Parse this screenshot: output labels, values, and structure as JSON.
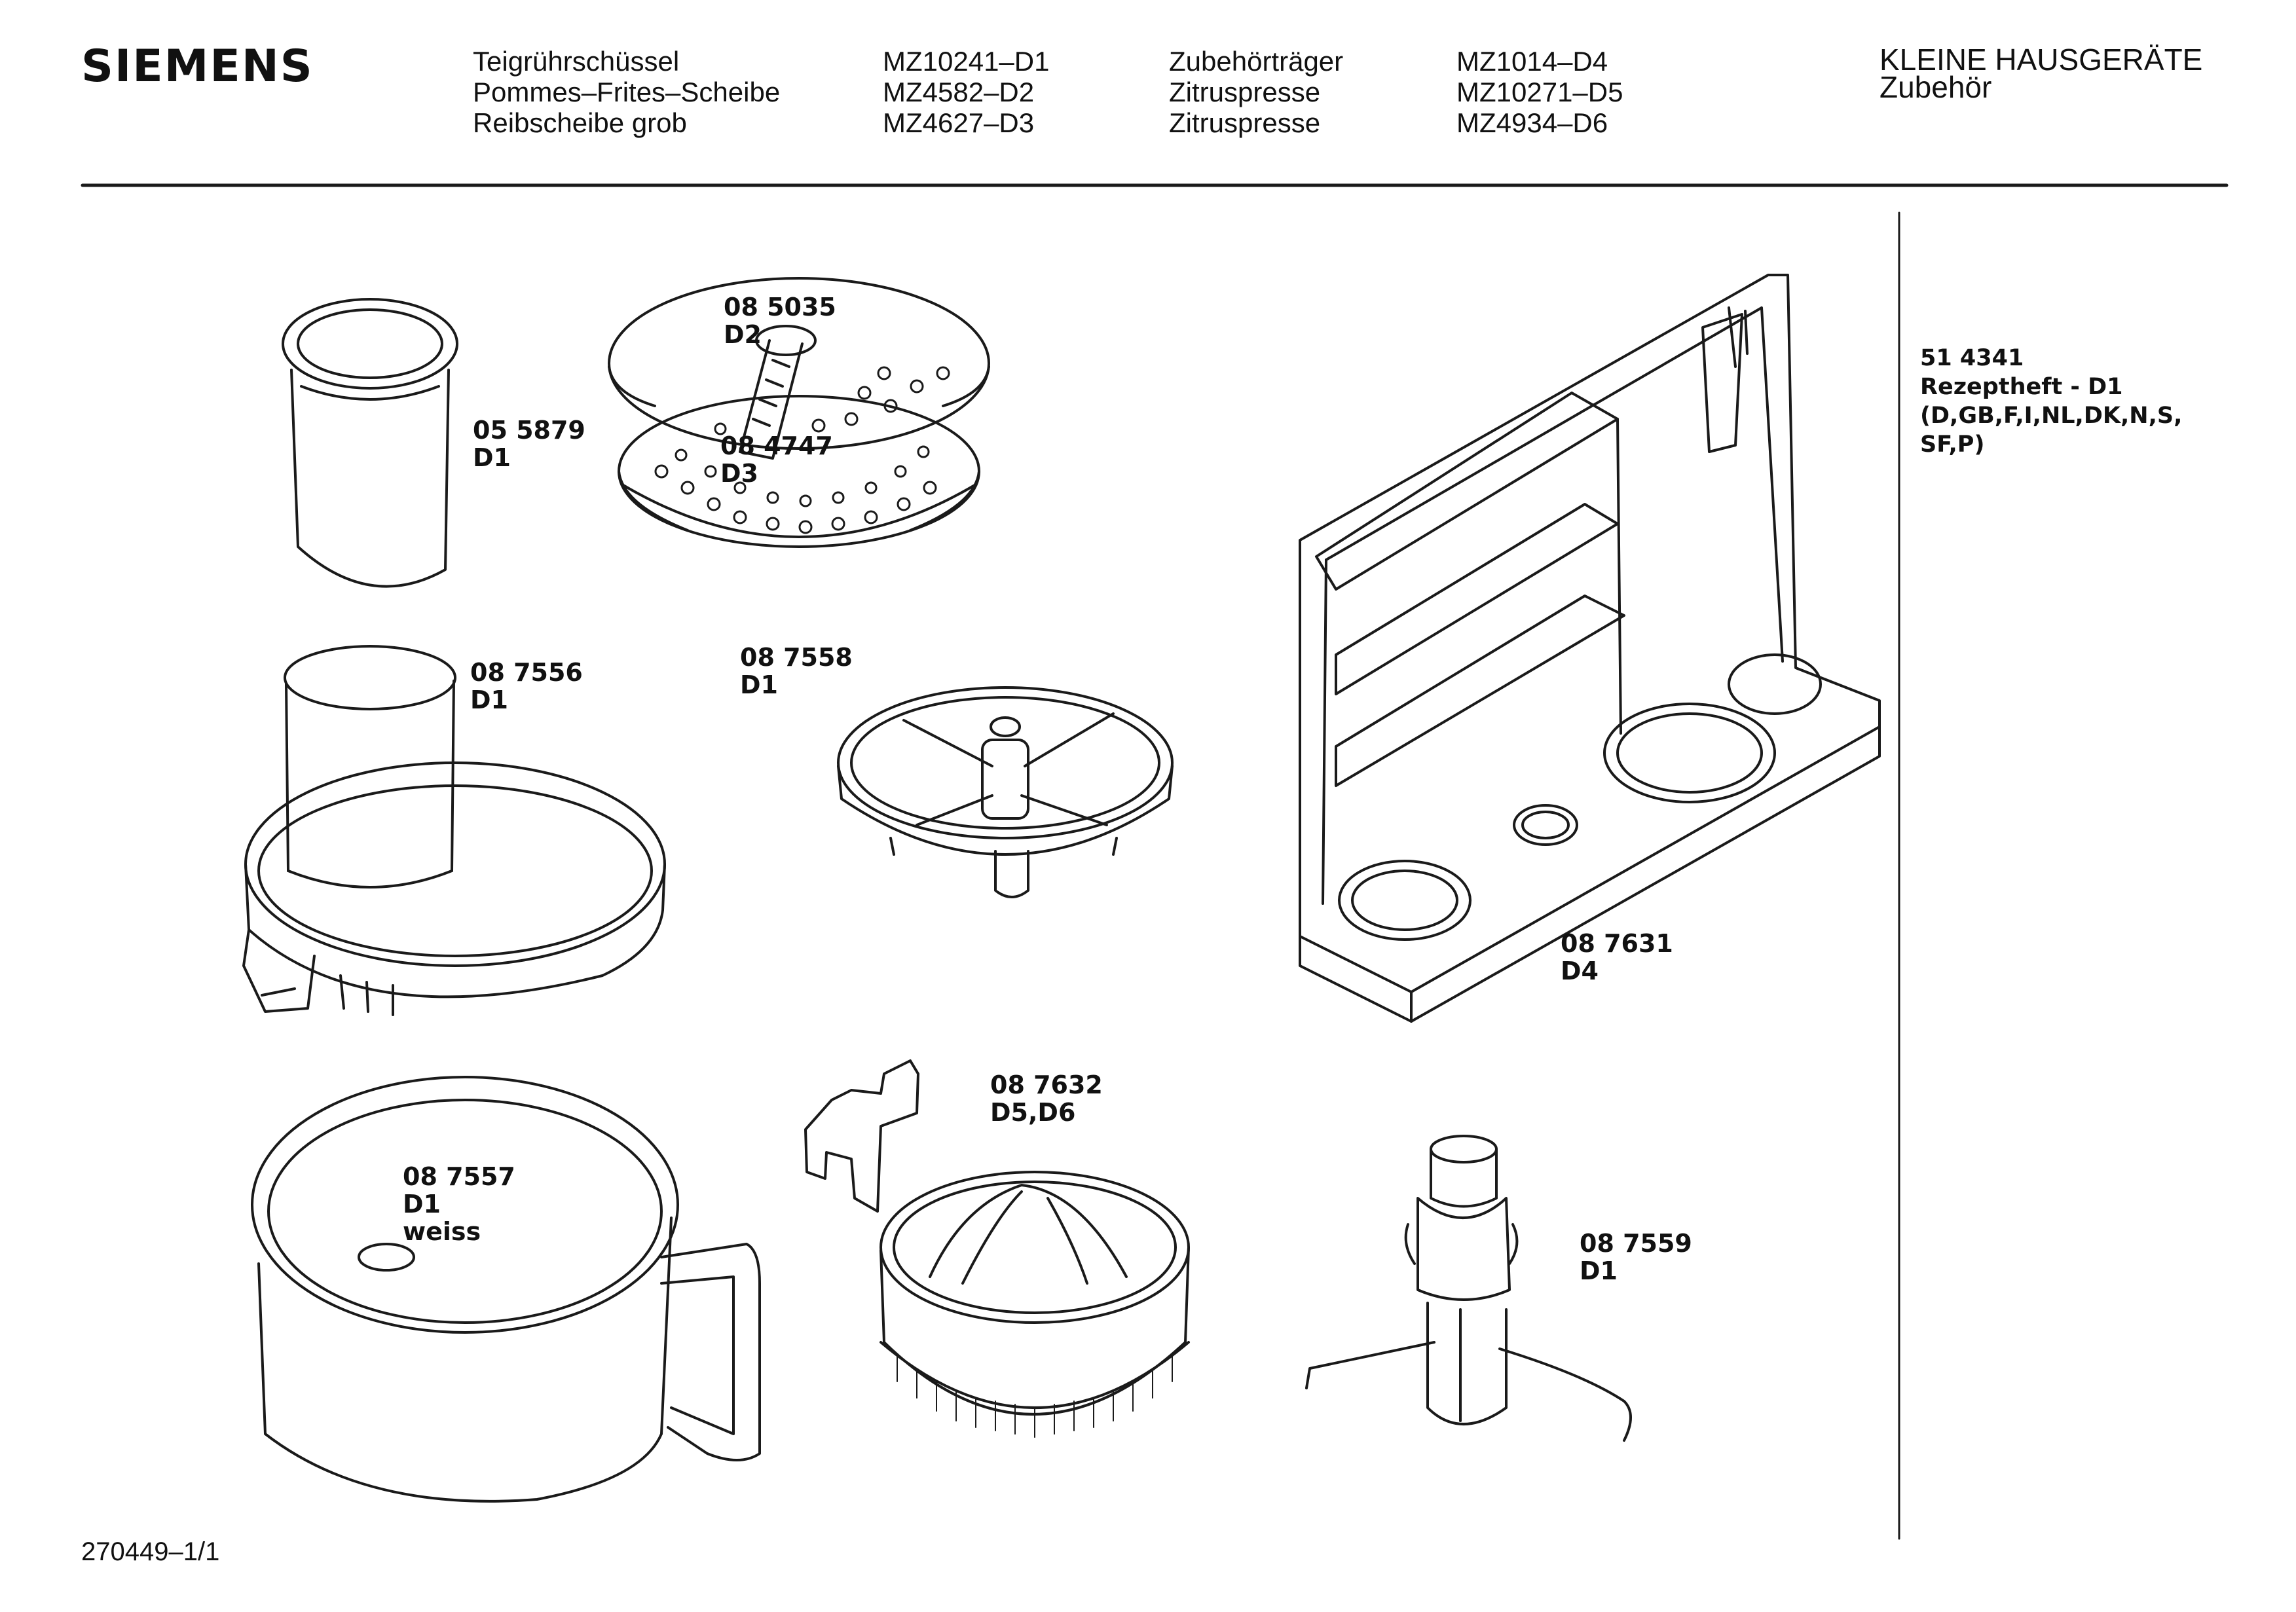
{
  "brand": "SIEMENS",
  "header": {
    "col1": [
      "Teigrührschüssel",
      "Pommes–Frites–Scheibe",
      "Reibscheibe grob"
    ],
    "col2": [
      "MZ10241–D1",
      "MZ4582–D2",
      "MZ4627–D3"
    ],
    "col3": [
      "Zubehörträger",
      "Zitruspresse",
      "Zitruspresse"
    ],
    "col4": [
      "MZ1014–D4",
      "MZ10271–D5",
      "MZ4934–D6"
    ],
    "category": [
      "KLEINE HAUSGERÄTE",
      "Zubehör"
    ]
  },
  "parts": [
    {
      "number": "05 5879",
      "code": "D1"
    },
    {
      "number": "08 5035",
      "code": "D2"
    },
    {
      "number": "08 4747",
      "code": "D3"
    },
    {
      "number": "08 7556",
      "code": "D1"
    },
    {
      "number": "08 7558",
      "code": "D1"
    },
    {
      "number": "08 7557",
      "code": "D1",
      "note": "weiss"
    },
    {
      "number": "08 7632",
      "code": "D5,D6"
    },
    {
      "number": "08 7631",
      "code": "D4"
    },
    {
      "number": "08 7559",
      "code": "D1"
    }
  ],
  "side_note": {
    "number": "51 4341",
    "title": "Rezeptheft - D1",
    "languages_1": "(D,GB,F,I,NL,DK,N,S,",
    "languages_2": "SF,P)"
  },
  "footer": "270449–1/1"
}
